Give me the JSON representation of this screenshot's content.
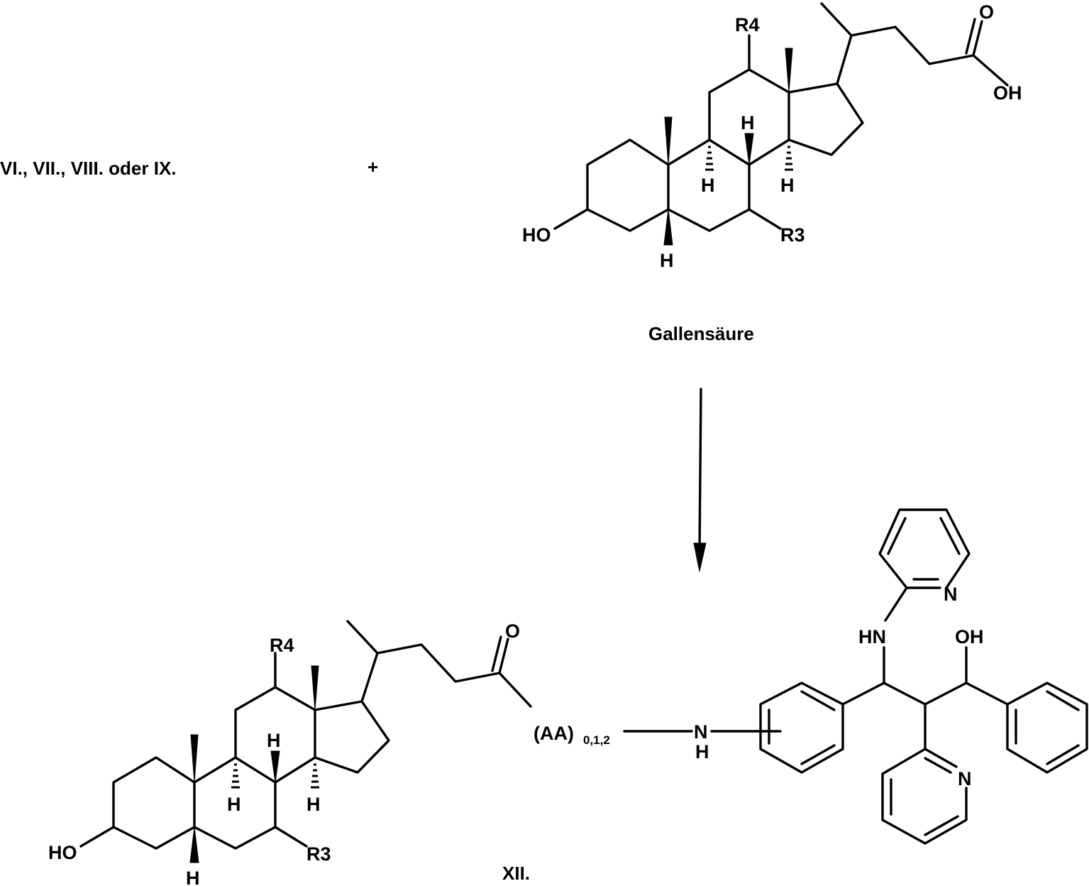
{
  "reactants": {
    "label": "VI., VII., VIII. oder IX.",
    "plus": "+"
  },
  "bile_acid": {
    "name": "Gallensäure",
    "substituents": {
      "r4": "R4",
      "r3": "R3",
      "oh_ring": "HO",
      "carbonyl_o": "O",
      "acid_oh": "OH"
    },
    "stereo_h": [
      "H",
      "H",
      "H",
      "H"
    ]
  },
  "product": {
    "label": "XII.",
    "linker_main": "(AA)",
    "linker_sub": "0,1,2",
    "nh_n": "N",
    "nh_h": "H",
    "substituents": {
      "r4": "R4",
      "r3": "R3",
      "oh_ring": "HO",
      "carbonyl_o": "O"
    },
    "stereo_h": [
      "H",
      "H",
      "H",
      "H"
    ],
    "pyridine_n_top": "N",
    "pyridine_n_bottom": "N",
    "amine_hn": "HN",
    "alcohol_oh": "OH"
  }
}
